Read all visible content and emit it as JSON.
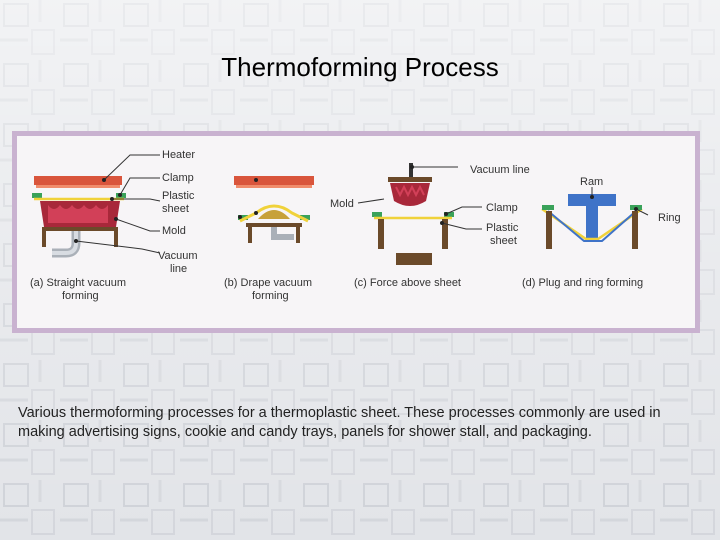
{
  "slide": {
    "title": "Thermoforming Process",
    "caption": "Various thermoforming processes for a thermoplastic sheet.  These processes commonly are used in making advertising signs, cookie and candy trays, panels for shower stall, and packaging."
  },
  "diagram": {
    "labels_a": {
      "heater": "Heater",
      "clamp": "Clamp",
      "plastic_sheet_1": "Plastic",
      "plastic_sheet_2": "sheet",
      "mold": "Mold",
      "vacuum_line_1": "Vacuum",
      "vacuum_line_2": "line"
    },
    "labels_c": {
      "vacuum_line": "Vacuum line",
      "mold": "Mold",
      "clamp": "Clamp",
      "plastic_sheet_1": "Plastic",
      "plastic_sheet_2": "sheet"
    },
    "labels_d": {
      "ram": "Ram",
      "ring": "Ring"
    },
    "captions": {
      "a_1": "(a) Straight vacuum",
      "a_2": "forming",
      "b_1": "(b) Drape vacuum",
      "b_2": "forming",
      "c": "(c) Force above sheet",
      "d": "(d) Plug and ring forming"
    }
  },
  "colors": {
    "heater": "#d9553c",
    "mold": "#a8283a",
    "clamp": "#3aa25a",
    "sheet": "#f0d23a",
    "wood": "#6b4a2a",
    "ram": "#3f73c8",
    "frame": "#c9b2d0"
  }
}
